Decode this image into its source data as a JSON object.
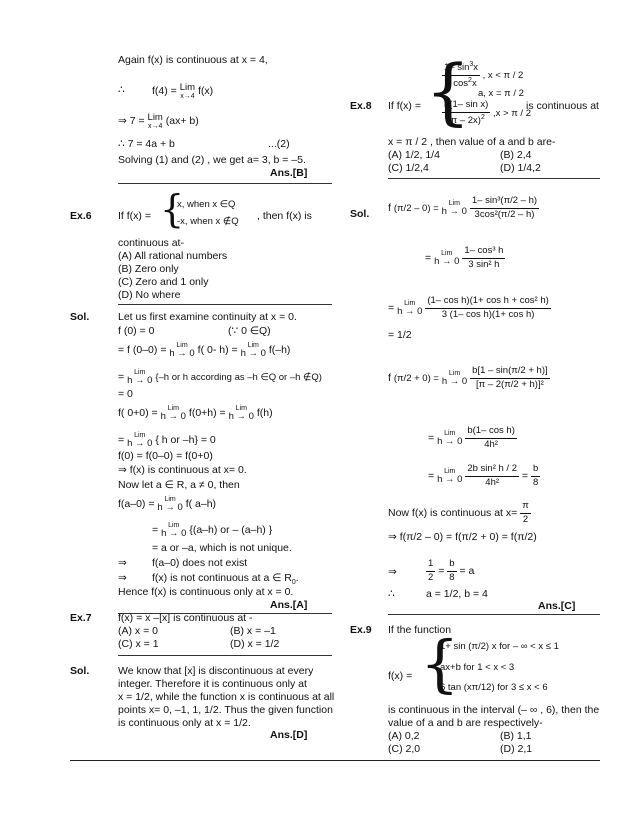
{
  "left": {
    "l01": "Again f(x) is continuous at x = 4,",
    "l02a": "∴",
    "l02b": "f(4) =",
    "l02lim": "Lim",
    "l02sub": "x→4",
    "l02c": "f(x)",
    "l03a": "⇒ 7 =",
    "l03lim": "Lim",
    "l03sub": "x→4",
    "l03c": "(ax+ b)",
    "l04": "∴ 7 = 4a + b",
    "l04eq": "...(2)",
    "l05": "Solving (1) and (2) , we get a= 3, b = –5.",
    "ansB": "Ans.[B]",
    "ex6": "Ex.6",
    "ex6q1": "If f(x) =",
    "ex6c1": "x,   when   x ∈Q",
    "ex6c2": "-x,   when      x ∉Q",
    "ex6q2": ", then f(x) is",
    "ex6q3": "continuous at-",
    "ex6A": "(A) All rational numbers",
    "ex6B": "(B) Zero only",
    "ex6C": "(C) Zero and 1 only",
    "ex6D": "(D) No where",
    "sol": "Sol.",
    "s01": "Let us first examine continuity at x = 0.",
    "s02a": "f (0) = 0",
    "s02b": "(∵ 0 ∈Q)",
    "s03a": "= f (0–0) =",
    "s03b": "f( 0- h) =",
    "s03c": "f(–h)",
    "s04a": "=",
    "s04b": "{–h or h according as –h ∈Q or –h ∉Q)",
    "s05": "= 0",
    "s06a": "f( 0+0) =",
    "s06b": "f(0+h) =",
    "s06c": "f(h)",
    "s07a": "=",
    "s07b": "{ h or –h} = 0",
    "s08": "f(0) = f(0–0) = f(0+0)",
    "s09": "⇒ f(x) is continuous at x= 0.",
    "s10": "Now let a  ∈ R, a ≠  0, then",
    "s11a": "f(a–0)   =",
    "s11b": "f( a–h)",
    "s12a": "=",
    "s12b": "{(a–h) or – (a–h) }",
    "s13": "= a or –a, which is not unique.",
    "s14a": "⇒",
    "s14b": "f(a–0) does not exist",
    "s15a": "⇒",
    "s15b": "f(x) is not continuous at a  ∈ R",
    "s15sub": "0",
    "s15c": ".",
    "s16": "Hence f(x) is continuous only at x = 0.",
    "ansA": "Ans.[A]",
    "ex7": "Ex.7",
    "ex7q": "f(x) = x –[x] is continuous at -",
    "ex7A": "(A) x = 0",
    "ex7B": "(B) x = –1",
    "ex7C": "(C) x = 1",
    "ex7D": "(D) x = 1/2",
    "sol7": "Sol.",
    "s7l1": "We know that [x] is discontinuous at every",
    "s7l2": "integer. Therefore it is continuous only at",
    "s7l3": "x = 1/2, while the function x is continuous at all",
    "s7l4": "points x= 0, –1, 1, 1/2. Thus the given function",
    "s7l5": "is continuous only at  x = 1/2.",
    "ansD": "Ans.[D]",
    "limword": "Lim",
    "hto0": "h → 0"
  },
  "right": {
    "ex8": "Ex.8",
    "ex8q1": "If  f(x) =",
    "ex8c1a": "1– sin",
    "ex8c1sup": "3",
    "ex8c1b": "x",
    "ex8c1den": "3 cos",
    "ex8c1densup": "2",
    "ex8c1denb": "x",
    "ex8c1cond": ",   x < π / 2",
    "ex8c2": "a,   x = π / 2",
    "ex8c3a": "b(1– sin x)",
    "ex8c3den": "(π – 2x)",
    "ex8c3densup": "2",
    "ex8c3cond": ",x > π / 2",
    "ex8q2": "is continuous at",
    "ex8q3": "x =  π / 2 , then value of a and b are-",
    "ex8A": "(A) 1/2, 1/4",
    "ex8B": "(B) 2,4",
    "ex8C": "(C) 1/2,4",
    "ex8D": "(D) 1/4,2",
    "sol8": "Sol.",
    "r1a": "f",
    "r1num": "1– sin³(π/2 – h)",
    "r1den": "3cos²(π/2 – h)",
    "r2num": "1– cos³ h",
    "r2den": "3  sin² h",
    "r3num": "(1– cos h)(1+ cos h + cos² h)",
    "r3den": "3 (1– cos h)(1+ cos h)",
    "r4": "= 1/2",
    "r5a": "f",
    "r5num": "b[1 – sin(π/2 + h)]",
    "r5den": "[π – 2(π/2 + h)]²",
    "r6num": "b(1– cos h)",
    "r6den": "4h²",
    "r7num": "2b sin² h / 2",
    "r7den": "4h²",
    "r7rnum": "b",
    "r7rden": "8",
    "r8a": "Now f(x) is continuous at x=",
    "r8num": "π",
    "r8den": "2",
    "r9": "⇒  f(π/2 – 0) = f(π/2 + 0) = f(π/2)",
    "r10a": "⇒",
    "r10n1": "1",
    "r10d1": "2",
    "r10n2": "b",
    "r10d2": "8",
    "r10c": "= a",
    "r11a": "∴",
    "r11b": "a = 1/2, b = 4",
    "ansC": "Ans.[C]",
    "ex9": "Ex.9",
    "ex9q1": "If the function",
    "ex9fx": "f(x) =",
    "ex9c1": "1+ sin (π/2) x  for  – ∞ < x ≤ 1",
    "ex9c2": "ax+b       for 1 < x < 3",
    "ex9c3": "6 tan (xπ/12) for  3 ≤ x < 6",
    "ex9q2": "is continuous in the interval (– ∞ , 6), then the",
    "ex9q3": "value of a and b are respectively-",
    "ex9A": "(A) 0,2",
    "ex9B": "(B) 1,1",
    "ex9C": "(C) 2,0",
    "ex9D": "(D) 2,1",
    "limword": "Lim",
    "hto0": "h → 0"
  }
}
